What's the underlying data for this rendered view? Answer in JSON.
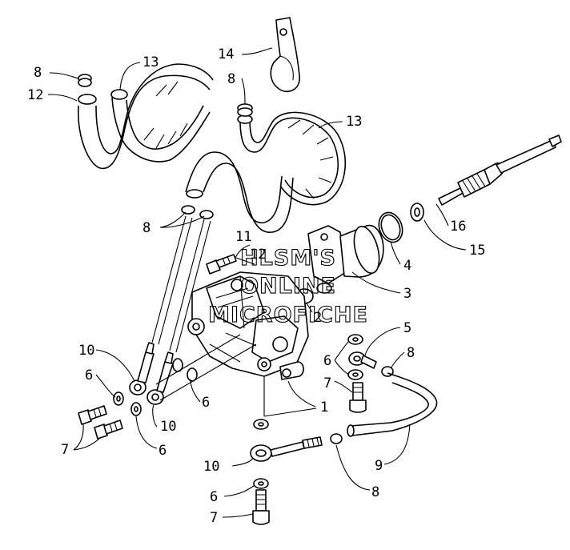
{
  "callouts": [
    "1",
    "2",
    "3",
    "4",
    "5",
    "6",
    "7",
    "8",
    "9",
    "10",
    "11",
    "12",
    "13",
    "14",
    "15",
    "16"
  ],
  "watermark": {
    "line1": "HLSM'S",
    "line2": "ONLINE",
    "line3": "MICROFICHE"
  },
  "colors": {
    "ink": "#000000",
    "paper": "#ffffff"
  }
}
